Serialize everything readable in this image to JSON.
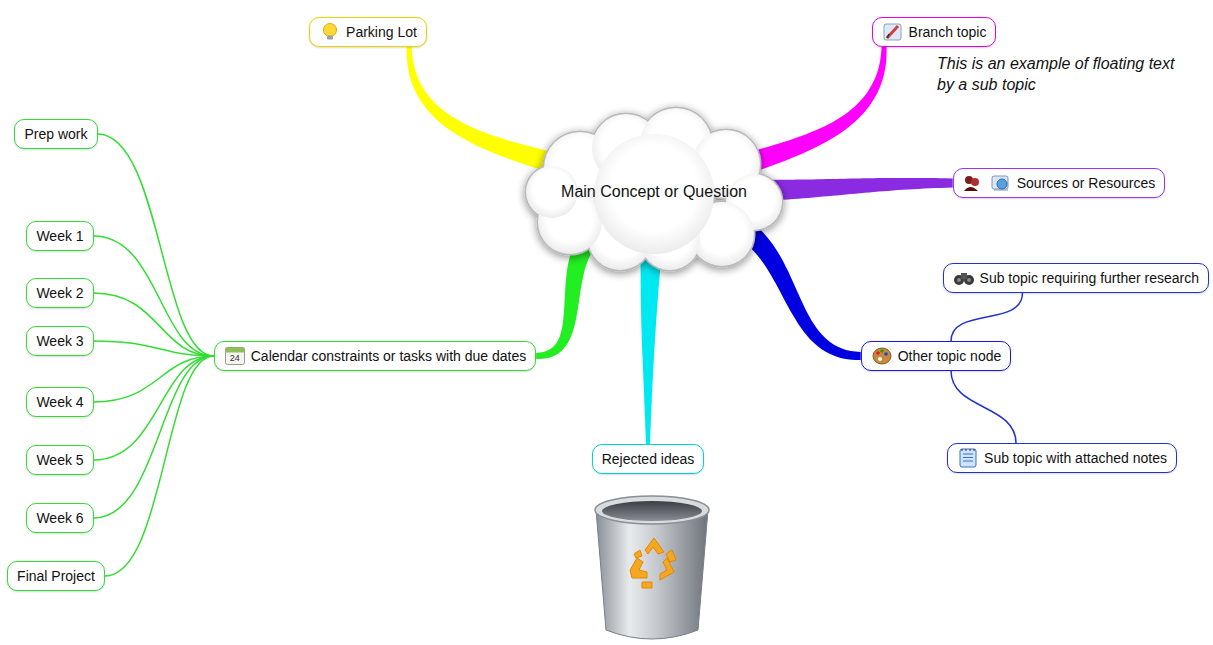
{
  "diagram": {
    "nodes": [
      {
        "text": [
          "Main Concept or Question"
        ]
      },
      {
        "text": [
          "Parking Lot"
        ]
      },
      {
        "text": [
          "Branch topic"
        ]
      },
      {
        "text": [
          "Sources or Resources"
        ]
      },
      {
        "text": [
          "Other topic node"
        ]
      },
      {
        "text": [
          "Sub topic requiring further research"
        ]
      },
      {
        "text": [
          "Sub topic with attached notes"
        ]
      },
      {
        "text": [
          "Rejected ideas"
        ]
      },
      {
        "text": [
          "Calendar constraints or tasks with due dates"
        ]
      },
      {
        "text": [
          "Prep work"
        ]
      },
      {
        "text": [
          "Week 1"
        ]
      },
      {
        "text": [
          "Week 2"
        ]
      },
      {
        "text": [
          "Week 3"
        ]
      },
      {
        "text": [
          "Week 4"
        ]
      },
      {
        "text": [
          "Week 5"
        ]
      },
      {
        "text": [
          "Week 6"
        ]
      },
      {
        "text": [
          "Final Project"
        ]
      }
    ],
    "edges": [
      {
        "from": 0,
        "to": 1,
        "arrow": "none"
      },
      {
        "from": 0,
        "to": 2,
        "arrow": "none"
      },
      {
        "from": 0,
        "to": 3,
        "arrow": "none"
      },
      {
        "from": 0,
        "to": 4,
        "arrow": "none"
      },
      {
        "from": 0,
        "to": 7,
        "arrow": "none"
      },
      {
        "from": 0,
        "to": 8,
        "arrow": "none"
      },
      {
        "from": 4,
        "to": 5,
        "arrow": "none"
      },
      {
        "from": 4,
        "to": 6,
        "arrow": "none"
      },
      {
        "from": 8,
        "to": 9,
        "arrow": "none"
      },
      {
        "from": 8,
        "to": 10,
        "arrow": "none"
      },
      {
        "from": 8,
        "to": 11,
        "arrow": "none"
      },
      {
        "from": 8,
        "to": 12,
        "arrow": "none"
      },
      {
        "from": 8,
        "to": 13,
        "arrow": "none"
      },
      {
        "from": 8,
        "to": 14,
        "arrow": "none"
      },
      {
        "from": 8,
        "to": 15,
        "arrow": "none"
      },
      {
        "from": 8,
        "to": 16,
        "arrow": "none"
      }
    ],
    "labels": [
      "This is an example of floating text by a sub topic",
      "24"
    ]
  }
}
